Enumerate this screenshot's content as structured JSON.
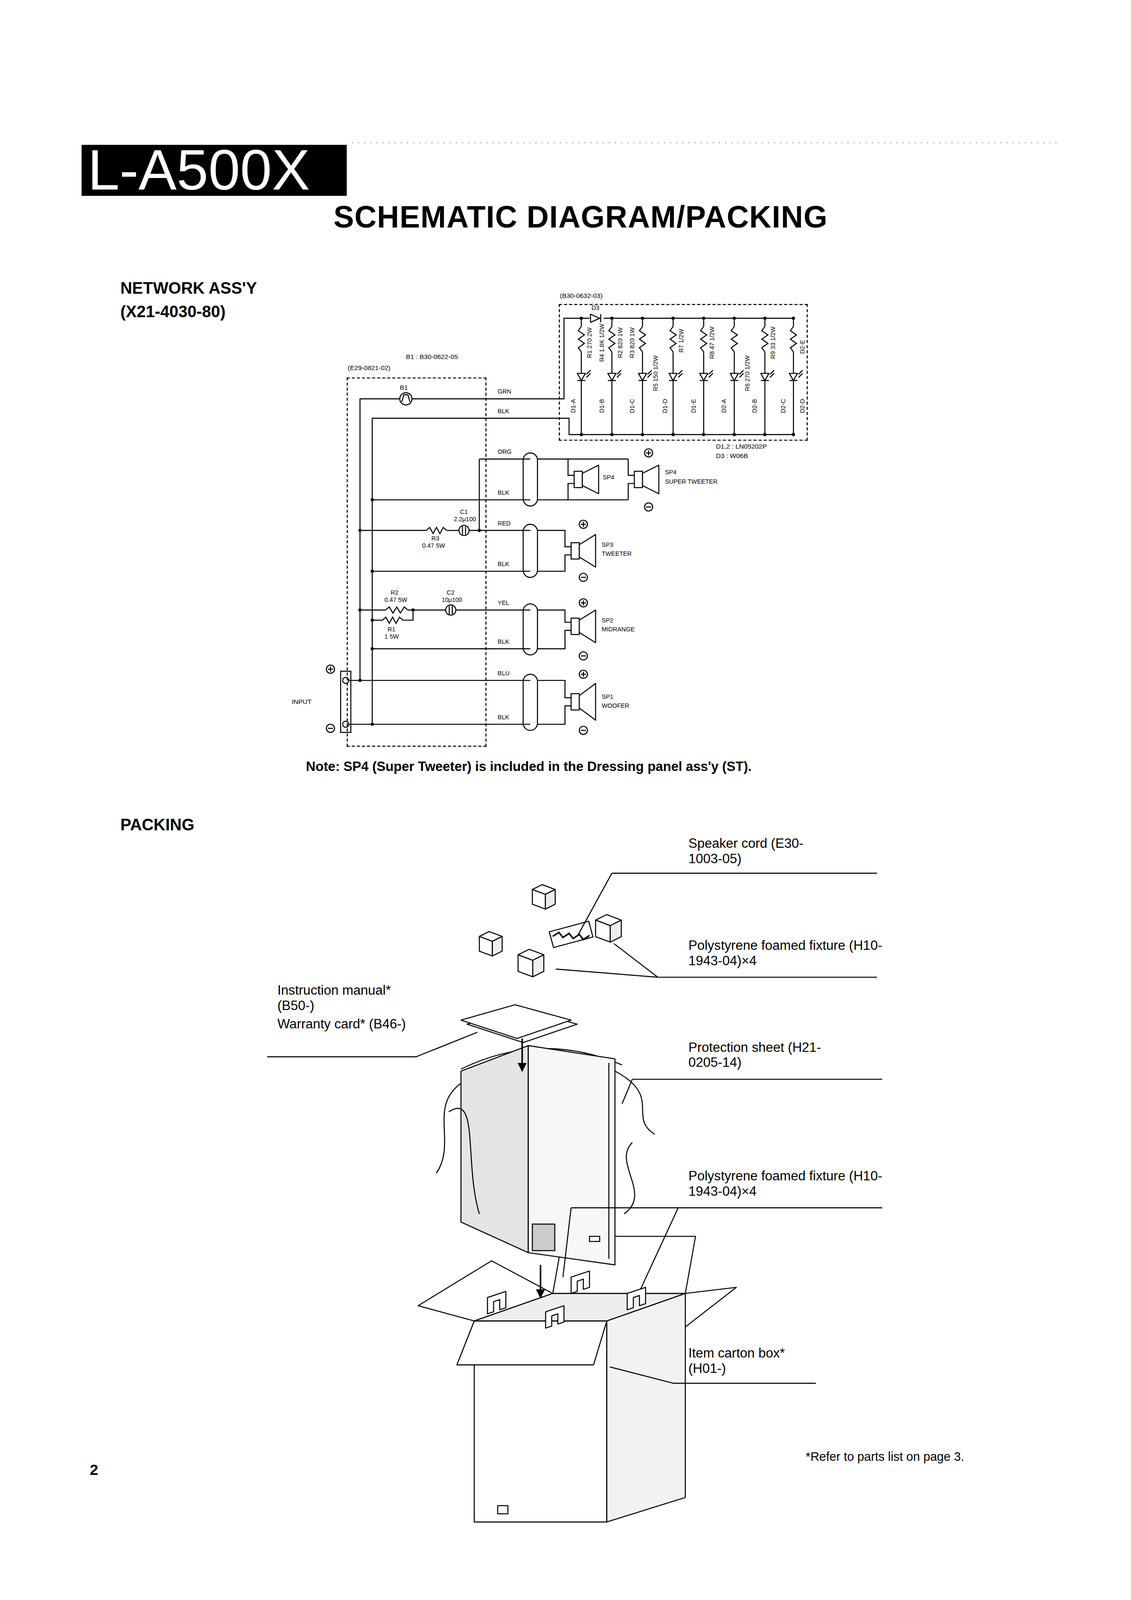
{
  "diagram": {
    "title": "SCHEMATIC DIAGRAM/PACKING",
    "nodes": [
      {
        "text": [
          "L-A500X"
        ]
      },
      {
        "text": [
          "(E29-0821-02)"
        ]
      },
      {
        "text": [
          "(B30-0632-03)"
        ]
      }
    ],
    "edges": [
      {
        "from": 1,
        "to": 2,
        "arrow": "none"
      }
    ],
    "labels": [
      "NETWORK ASS'Y",
      "(X21-4030-80)",
      "B1 : B30-0622-05",
      "B1",
      "D3",
      "R1 270 2W",
      "R4 1.8K 1/2W",
      "R2 820 1W",
      "R3 820 1W",
      "R7 1/2W",
      "R5 150 1/2W",
      "R8 47 1/2W",
      "R6 270 1/2W",
      "R9 33 1/2W",
      "D1-A",
      "D1-B",
      "D1-C",
      "D1-D",
      "D1-E",
      "D2-A",
      "D2-B",
      "D2-C",
      "D2-D",
      "D2-E",
      "D1,2 : LN05202P",
      "D3 : W06B",
      "GRN",
      "BLK",
      "ORG",
      "BLK",
      "RED",
      "BLK",
      "YEL",
      "BLK",
      "BLU",
      "BLK",
      "C1",
      "2.2μ100",
      "R3",
      "0.47 5W",
      "R2",
      "0.47 5W",
      "C2",
      "10μ100",
      "R1",
      "1 5W",
      "SP4",
      "SP4",
      "SUPER TWEETER",
      "SP3",
      "TWEETER",
      "SP2",
      "MIDRANGE",
      "SP1",
      "WOOFER",
      "INPUT",
      "Note: SP4 (Super Tweeter) is included in the Dressing panel ass'y (ST).",
      "PACKING",
      "Speaker cord (E30-1003-05)",
      "Polystyrene foamed fixture (H10-1943-04)×4",
      "Instruction manual* (B50-)",
      "Warranty card* (B46-)",
      "Protection sheet (H21-0205-14)",
      "Polystyrene foamed fixture (H10-1943-04)×4",
      "Item carton box* (H01-)",
      "*Refer to parts list on page 3.",
      "2"
    ]
  }
}
